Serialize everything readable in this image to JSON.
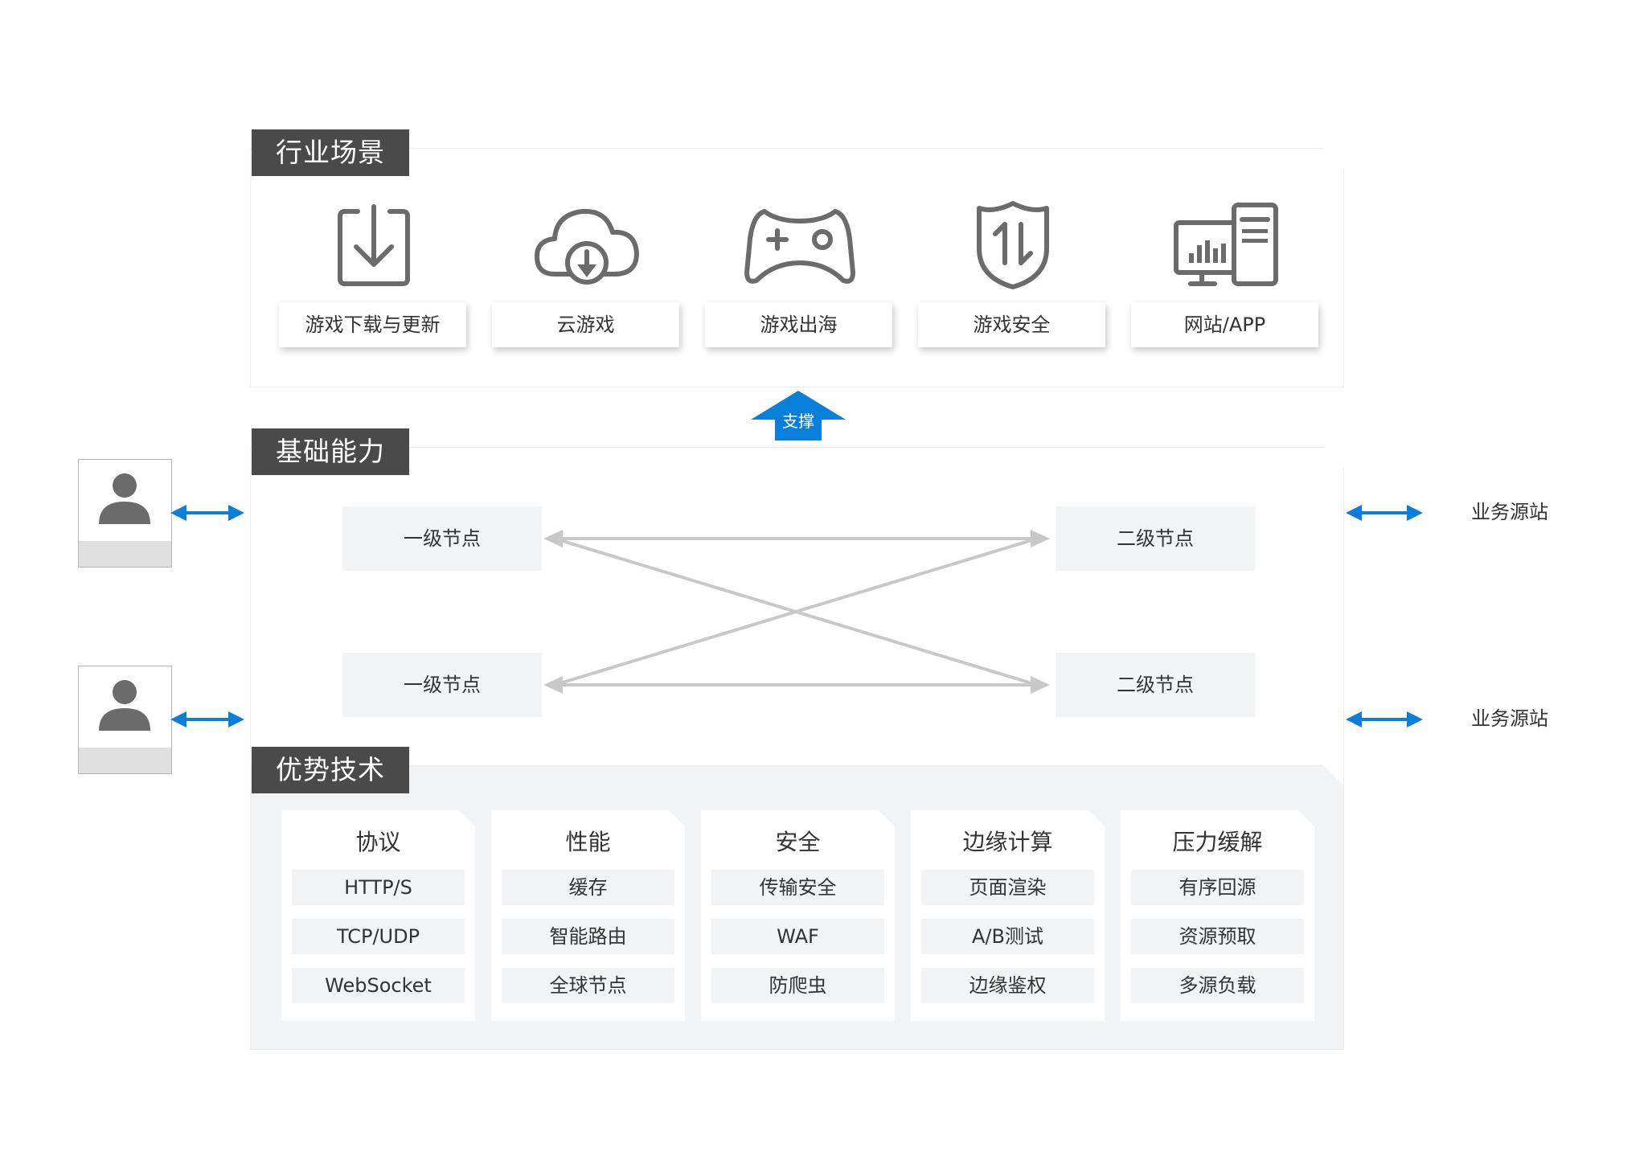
{
  "sections": {
    "scenarios": "行业场景",
    "capabilities": "基础能力",
    "technology": "优势技术"
  },
  "scenarios": [
    {
      "label": "游戏下载与更新",
      "icon": "download-icon"
    },
    {
      "label": "云游戏",
      "icon": "cloud-download-icon"
    },
    {
      "label": "游戏出海",
      "icon": "gamepad-icon"
    },
    {
      "label": "游戏安全",
      "icon": "shield-icon"
    },
    {
      "label": "网站/APP",
      "icon": "website-app-icon"
    }
  ],
  "support_label": "支撑",
  "nodes": {
    "level1": [
      "一级节点",
      "一级节点"
    ],
    "level2": [
      "二级节点",
      "二级节点"
    ]
  },
  "origins": [
    "业务源站",
    "业务源站"
  ],
  "tech": [
    {
      "title": "协议",
      "items": [
        "HTTP/S",
        "TCP/UDP",
        "WebSocket"
      ]
    },
    {
      "title": "性能",
      "items": [
        "缓存",
        "智能路由",
        "全球节点"
      ]
    },
    {
      "title": "安全",
      "items": [
        "传输安全",
        "WAF",
        "防爬虫"
      ]
    },
    {
      "title": "边缘计算",
      "items": [
        "页面渲染",
        "A/B测试",
        "边缘鉴权"
      ]
    },
    {
      "title": "压力缓解",
      "items": [
        "有序回源",
        "资源预取",
        "多源负载"
      ]
    }
  ],
  "colors": {
    "accent_blue": "#0a7fd9",
    "tag_dark": "#4a4a4a",
    "icon_grey": "#6b6b6b",
    "line_grey": "#c8c8c8"
  }
}
